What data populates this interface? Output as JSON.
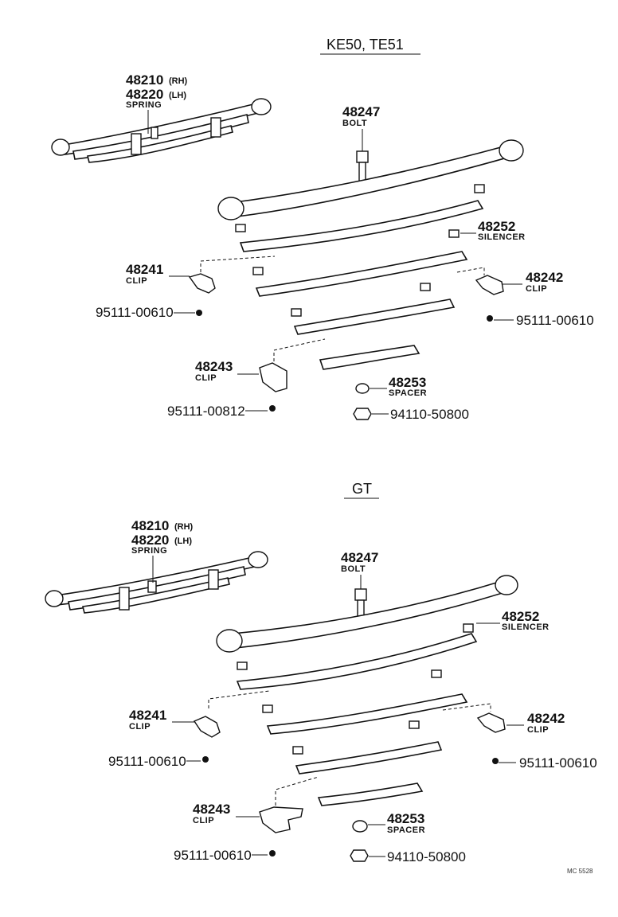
{
  "sections": [
    {
      "title": "KE50, TE51",
      "labels": {
        "spring_rh": "48210",
        "spring_rh_sfx": "(RH)",
        "spring_lh": "48220",
        "spring_lh_sfx": "(LH)",
        "spring_name": "SPRING",
        "bolt": "48247",
        "bolt_name": "BOLT",
        "silencer": "48252",
        "silencer_name": "SILENCER",
        "clip_left": "48241",
        "clip_left_name": "CLIP",
        "clip_right": "48242",
        "clip_right_name": "CLIP",
        "clip_lower": "48243",
        "clip_lower_name": "CLIP",
        "spacer": "48253",
        "spacer_name": "SPACER",
        "screw_left": "95111-00610",
        "screw_right": "95111-00610",
        "screw_lower": "95111-00812",
        "nut": "94110-50800"
      }
    },
    {
      "title": "GT",
      "labels": {
        "spring_rh": "48210",
        "spring_rh_sfx": "(RH)",
        "spring_lh": "48220",
        "spring_lh_sfx": "(LH)",
        "spring_name": "SPRING",
        "bolt": "48247",
        "bolt_name": "BOLT",
        "silencer": "48252",
        "silencer_name": "SILENCER",
        "clip_left": "48241",
        "clip_left_name": "CLIP",
        "clip_right": "48242",
        "clip_right_name": "CLIP",
        "clip_lower": "48243",
        "clip_lower_name": "CLIP",
        "spacer": "48253",
        "spacer_name": "SPACER",
        "screw_left": "95111-00610",
        "screw_right": "95111-00610",
        "screw_lower": "95111-00610",
        "nut": "94110-50800"
      }
    }
  ],
  "figure_code": "MC 5528"
}
